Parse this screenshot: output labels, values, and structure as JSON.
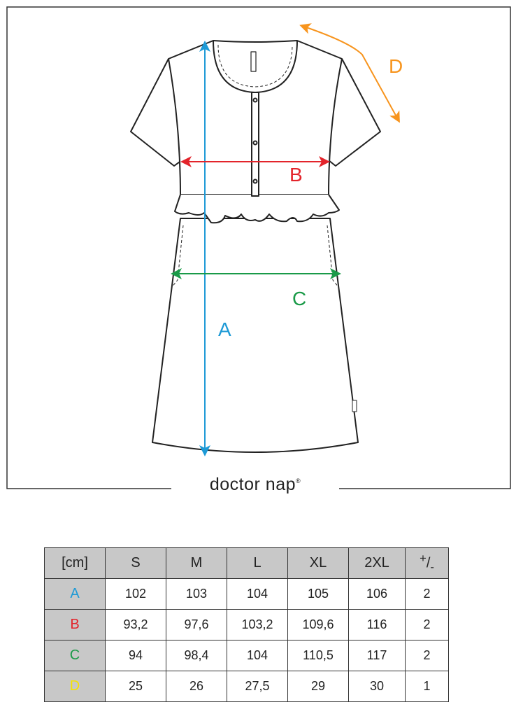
{
  "diagram": {
    "labels": {
      "A": "A",
      "B": "B",
      "C": "C",
      "D": "D"
    },
    "colors": {
      "A": "#1e9ad6",
      "B": "#e3242b",
      "C": "#1a9a48",
      "D": "#f7941d",
      "D_table": "#f5e400"
    },
    "brand": "doctor nap",
    "brand_mark": "®"
  },
  "table": {
    "headers": [
      "[cm]",
      "S",
      "M",
      "L",
      "XL",
      "2XL",
      "+/-"
    ],
    "tolerance_header": {
      "plus": "+",
      "slash": "/",
      "minus": "-"
    },
    "rows": [
      {
        "label": "A",
        "values": [
          "102",
          "103",
          "104",
          "105",
          "106",
          "2"
        ]
      },
      {
        "label": "B",
        "values": [
          "93,2",
          "97,6",
          "103,2",
          "109,6",
          "116",
          "2"
        ]
      },
      {
        "label": "C",
        "values": [
          "94",
          "98,4",
          "104",
          "110,5",
          "117",
          "2"
        ]
      },
      {
        "label": "D",
        "values": [
          "25",
          "26",
          "27,5",
          "29",
          "30",
          "1"
        ]
      }
    ]
  }
}
